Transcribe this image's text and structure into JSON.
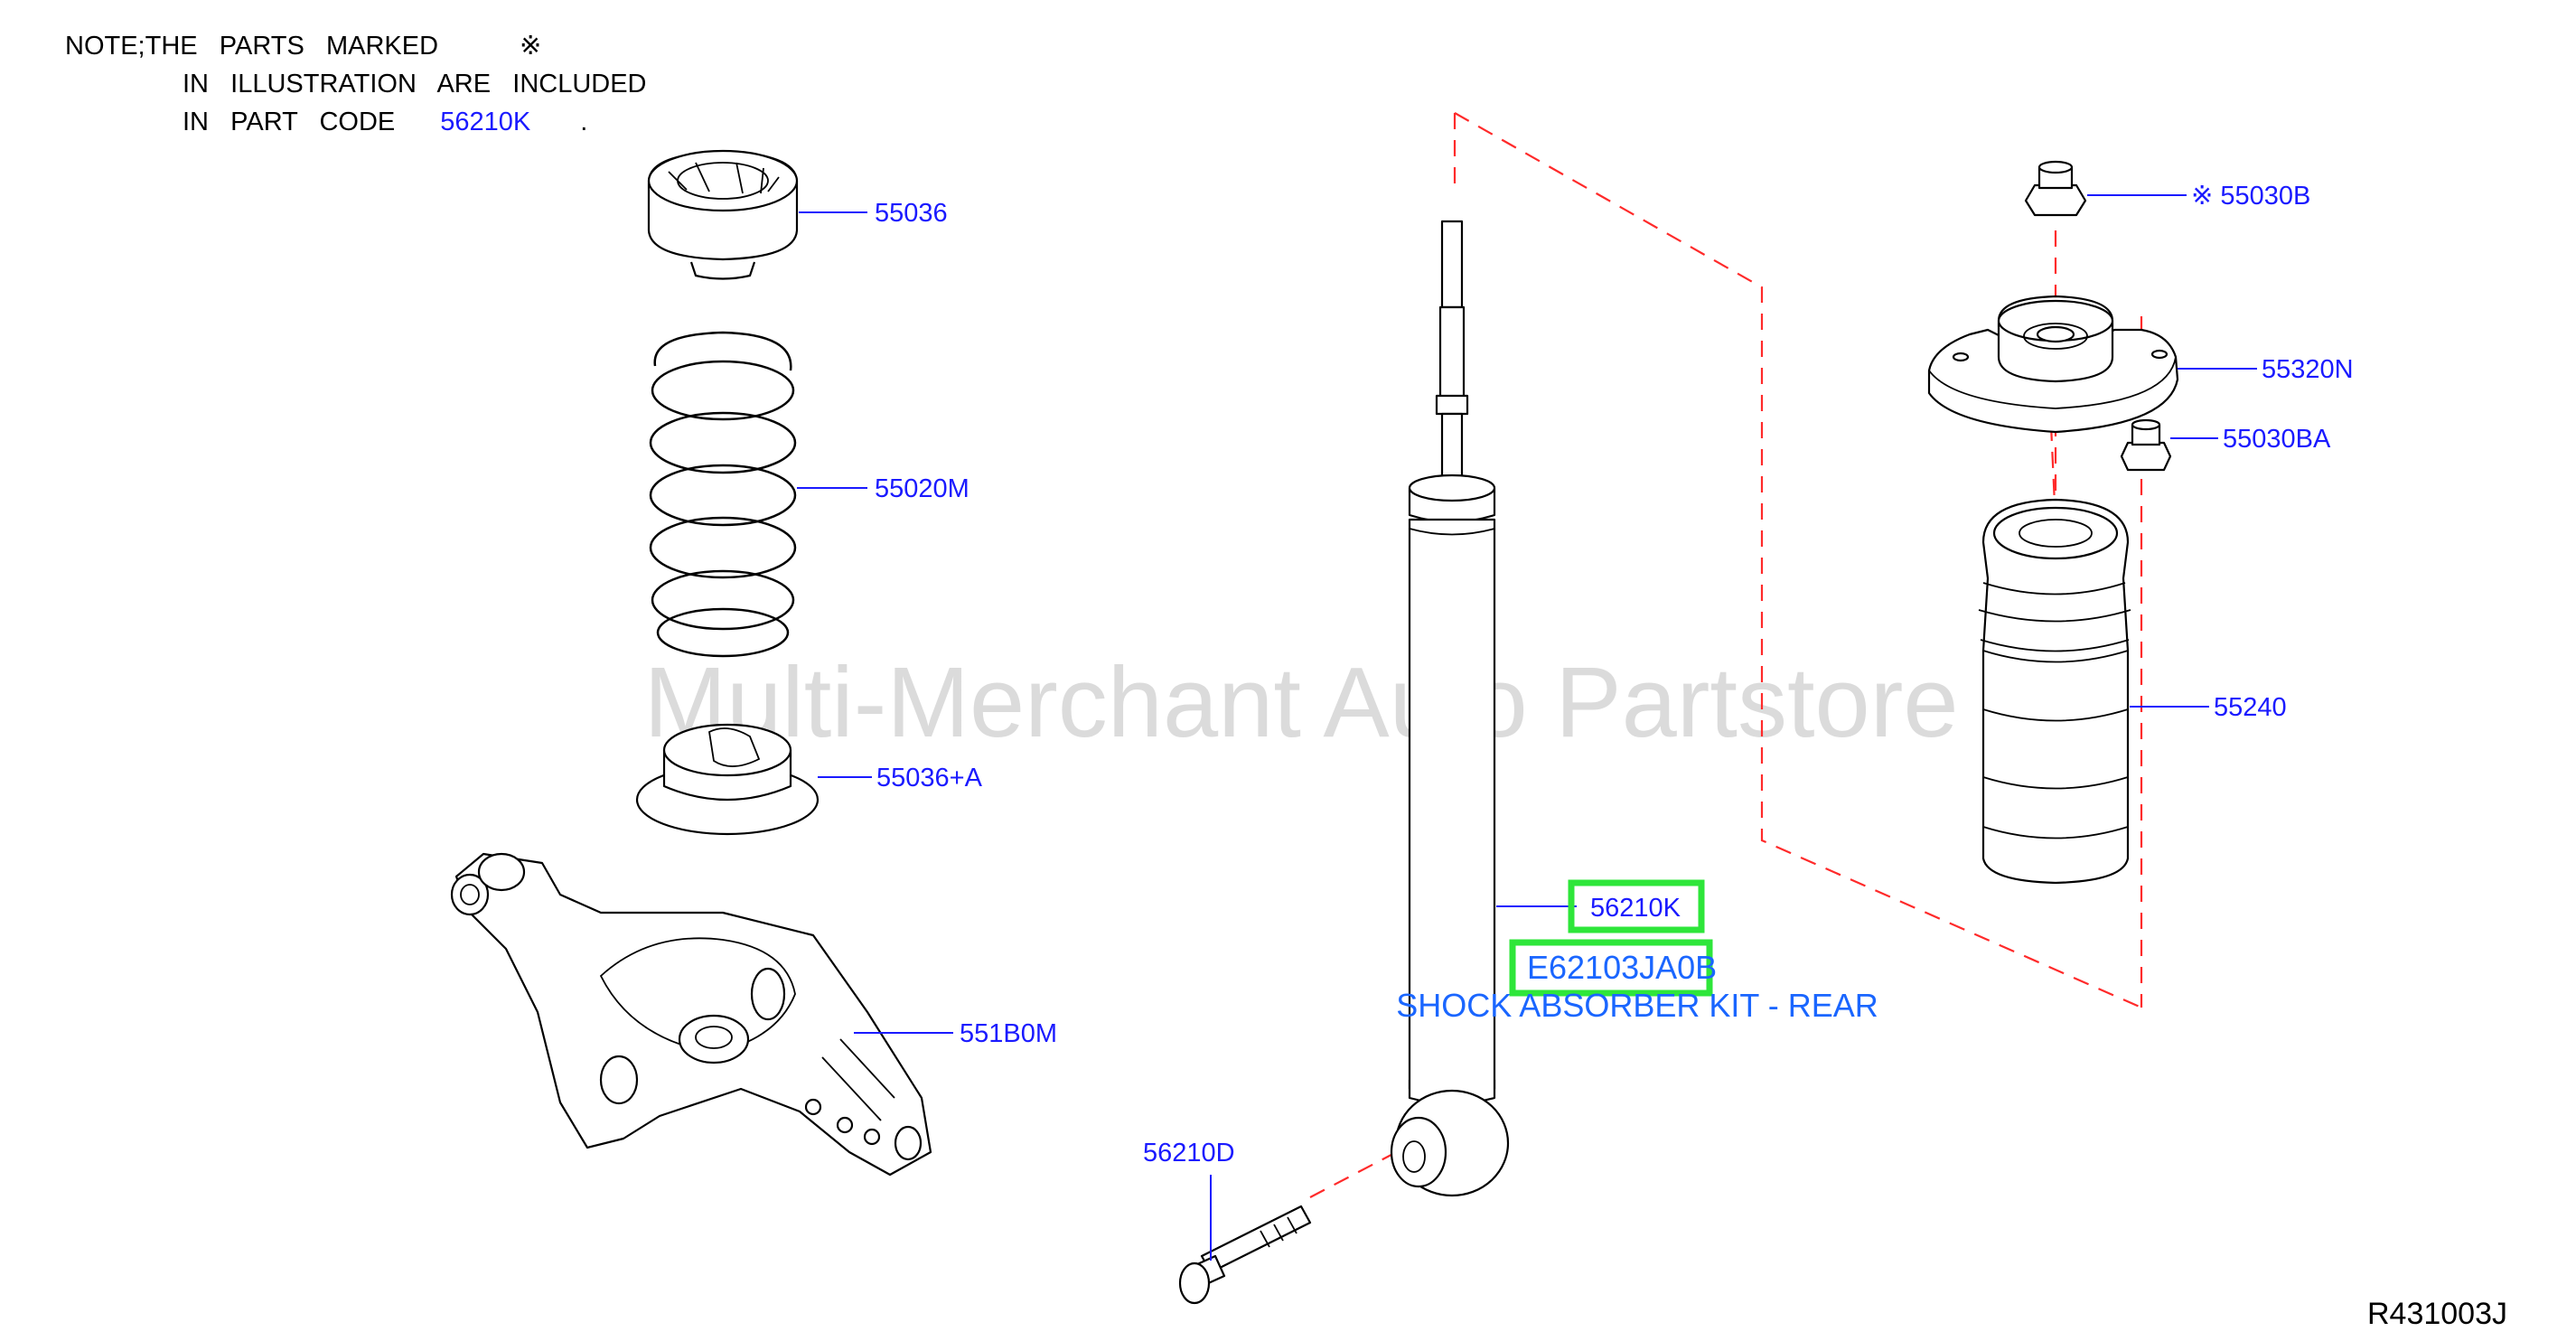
{
  "note": {
    "line1_prefix": "NOTE;THE   PARTS   MARKED",
    "line1_mark": "※",
    "line2": "IN   ILLUSTRATION   ARE   INCLUDED",
    "line3_prefix": "IN   PART   CODE",
    "line3_code": "56210K",
    "line3_suffix": "."
  },
  "callouts": {
    "c55036": "55036",
    "c55020M": "55020M",
    "c55036A": "55036+A",
    "c551B0M": "551B0M",
    "c56210D": "56210D",
    "c56210K": "56210K",
    "c55030B": "※ 55030B",
    "c55320N": "55320N",
    "c55030BA": "55030BA",
    "c55240": "55240"
  },
  "highlight": {
    "part_number": "E62103JA0B",
    "description": "SHOCK ABSORBER KIT - REAR"
  },
  "watermark": "Multi-Merchant Auto Partstore",
  "reference_code": "R431003J",
  "colors": {
    "callout": "#1a1aff",
    "description": "#1a66ff",
    "highlight_box": "#2ee63a",
    "dash_line": "#ff2a2a"
  }
}
